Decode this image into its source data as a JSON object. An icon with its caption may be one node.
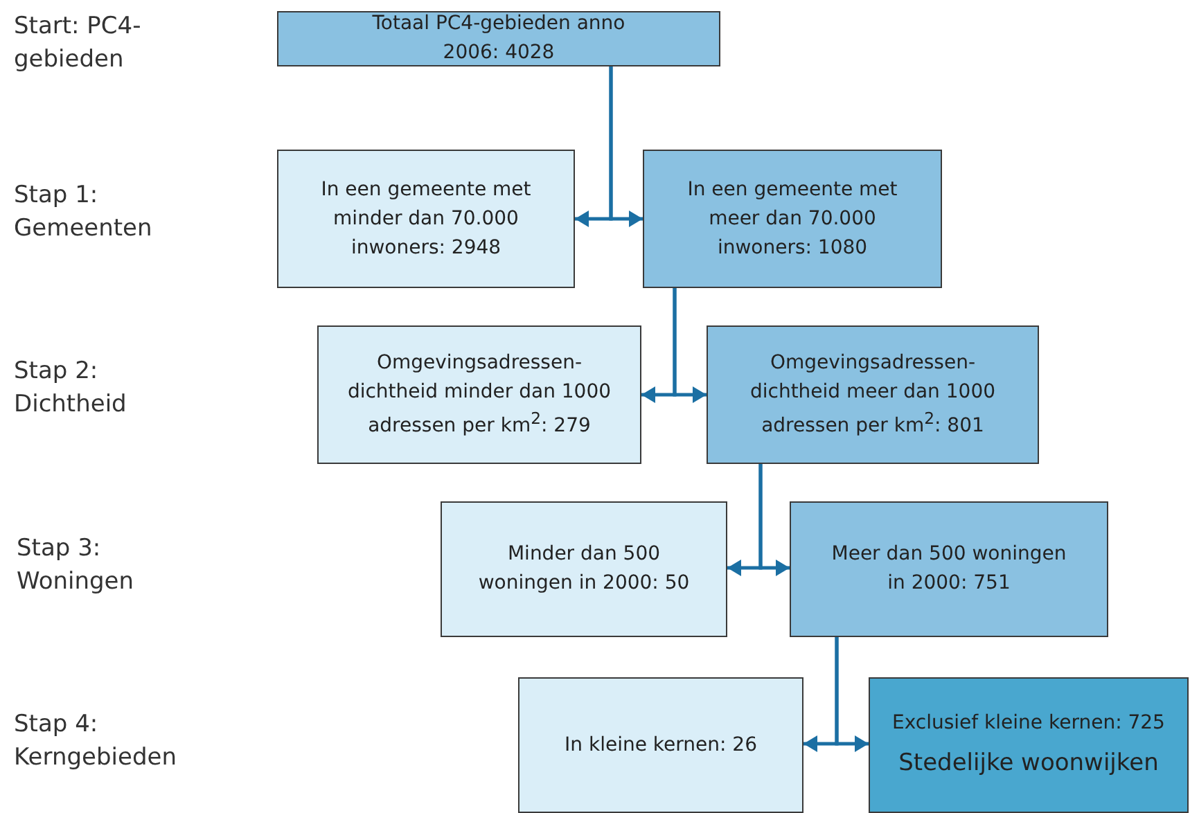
{
  "diagram": {
    "nodes": [
      {
        "text": [
          "Totaal PC4-gebieden anno 2006: 4028"
        ]
      },
      {
        "text": [
          "In een gemeente met minder dan 70.000 inwoners: 2948"
        ]
      },
      {
        "text": [
          "In een gemeente met meer dan 70.000 inwoners: 1080"
        ]
      },
      {
        "text": [
          "Omgevingsadressen-dichtheid minder dan 1000 adressen per km$^{2}$: 279"
        ]
      },
      {
        "text": [
          "Omgevingsadressen-dichtheid meer dan 1000 adressen per km$^{2}$: 801"
        ]
      },
      {
        "text": [
          "Minder dan 500 woningen in 2000: 50"
        ]
      },
      {
        "text": [
          "Meer dan 500 woningen in 2000: 751"
        ]
      },
      {
        "text": [
          "In kleine kernen: 26"
        ]
      },
      {
        "text": [
          "Exclusief kleine kernen: 725",
          "Stedelijke woonwijken"
        ]
      }
    ],
    "edges": [
      {
        "from": 0,
        "to": 1,
        "arrow": "to"
      },
      {
        "from": 0,
        "to": 2,
        "arrow": "to"
      },
      {
        "from": 2,
        "to": 3,
        "arrow": "to"
      },
      {
        "from": 2,
        "to": 4,
        "arrow": "to"
      },
      {
        "from": 4,
        "to": 5,
        "arrow": "to"
      },
      {
        "from": 4,
        "to": 6,
        "arrow": "to"
      },
      {
        "from": 6,
        "to": 7,
        "arrow": "to"
      },
      {
        "from": 6,
        "to": 8,
        "arrow": "to"
      }
    ],
    "labels": [
      "Start: PC4-gebieden",
      "Stap 1: Gemeenten",
      "Stap 2: Dichtheid",
      "Stap 3: Woningen",
      "Stap 4: Kerngebieden"
    ]
  }
}
